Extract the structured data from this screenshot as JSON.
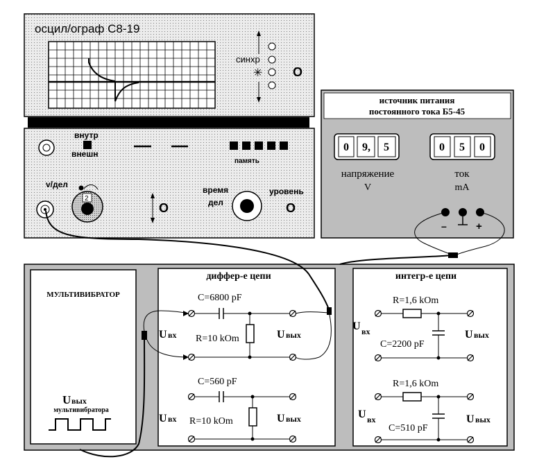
{
  "oscilloscope": {
    "title": "осцил/ограф С8-19",
    "sync_label": "синхр",
    "sync_symbol": "✳",
    "knob_o": "O",
    "internal_label": "внутр",
    "external_label": "внешн",
    "memory_label": "память",
    "volt_div_label": "v/дел",
    "knob_number": "2",
    "time_label": "время",
    "div_label": "дел",
    "level_label": "уровень"
  },
  "power_supply": {
    "title_line1": "источник питания",
    "title_line2": "постоянного тока Б5-45",
    "voltage_digits": [
      "0",
      "9,",
      "5"
    ],
    "current_digits": [
      "0",
      "5",
      "0"
    ],
    "voltage_label": "напряжение",
    "voltage_unit": "V",
    "current_label": "ток",
    "current_unit": "mA",
    "minus_sign": "–",
    "plus_sign": "+"
  },
  "bench": {
    "multivibrator": {
      "title": "МУЛЬТИВИБРАТОР",
      "output_label": "U",
      "output_subscript": "вых",
      "output_caption": "мультивибратора"
    },
    "diff_section": {
      "title": "диффер-е цепи",
      "circuit1": {
        "capacitor": "C=6800 pF",
        "resistor": "R=10 kOm"
      },
      "circuit2": {
        "capacitor": "C=560 pF",
        "resistor": "R=10 kOm"
      }
    },
    "integ_section": {
      "title": "интегр-е цепи",
      "circuit1": {
        "resistor": "R=1,6 kOm",
        "capacitor": "C=2200 pF"
      },
      "circuit2": {
        "resistor": "R=1,6 kOm",
        "capacitor": "C=510 pF"
      }
    },
    "u_letter": "U",
    "input_sub": "вх",
    "output_sub": "вых"
  },
  "colors": {
    "panel_bg": "#ececec",
    "dot_pattern": "#7a7a7a",
    "bench_bg": "#bdbdbd",
    "screen_bg": "#ffffff",
    "black": "#000000"
  }
}
